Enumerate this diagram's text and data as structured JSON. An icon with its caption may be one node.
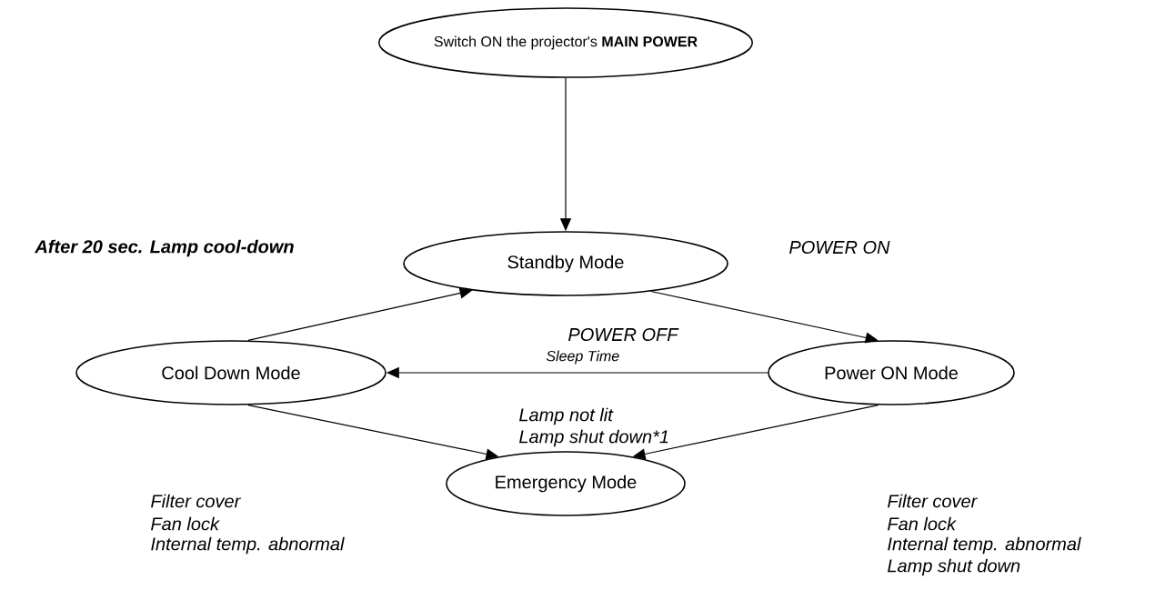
{
  "diagram": {
    "nodes": [
      {
        "text": [
          "Switch ON the projector's **MAIN POWER**"
        ]
      },
      {
        "text": [
          "Standby Mode"
        ]
      },
      {
        "text": [
          "Power ON Mode"
        ]
      },
      {
        "text": [
          "Cool Down Mode"
        ]
      },
      {
        "text": [
          "Emergency Mode"
        ]
      }
    ],
    "edges": [
      {
        "from": 0,
        "to": 1,
        "arrow": "to"
      },
      {
        "from": 1,
        "to": 2,
        "arrow": "to",
        "label": "POWER ON"
      },
      {
        "from": 2,
        "to": 3,
        "arrow": "to",
        "label": "POWER OFF"
      },
      {
        "from": 3,
        "to": 1,
        "arrow": "to",
        "label": "After 20 sec. Lamp cool-down"
      },
      {
        "from": 3,
        "to": 4,
        "arrow": "to"
      },
      {
        "from": 2,
        "to": 4,
        "arrow": "to"
      }
    ],
    "labels": [
      "Sleep Time",
      "Lamp not lit",
      "Lamp shut down*1",
      "Filter cover",
      "Fan lock",
      "Internal temp. abnormal",
      "Filter cover",
      "Fan lock",
      "Internal temp. abnormal",
      "Lamp shut down"
    ]
  }
}
